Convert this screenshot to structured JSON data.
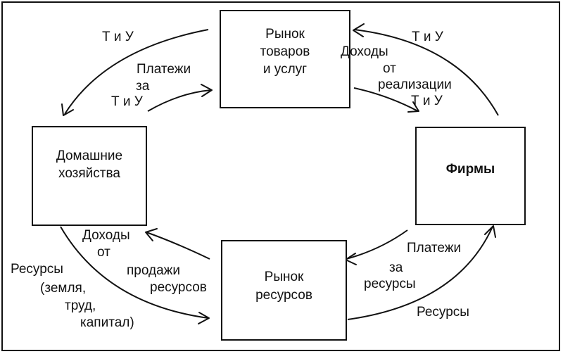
{
  "nodes": {
    "goods_market": {
      "line1": "Рынок",
      "line2": "товаров",
      "line3": "и услуг"
    },
    "households": {
      "line1": "Домашние",
      "line2": "хозяйства"
    },
    "firms": {
      "line1": "Фирмы"
    },
    "resource_market": {
      "line1": "Рынок",
      "line2": "ресурсов"
    }
  },
  "labels": {
    "top_left_goods": "Т и У",
    "payments_for_goods": {
      "line1": "Платежи",
      "line2": "за",
      "line3": "Т и У"
    },
    "top_right_goods": "Т и У",
    "sales_income": {
      "line1": "Доходы",
      "line2": "от",
      "line3": "реализации",
      "line4": "Т и У"
    },
    "income_from_resources": {
      "line1": "Доходы",
      "line2": "от",
      "line3": "продажи",
      "line4": "ресурсов"
    },
    "resources_left": {
      "line1": "Ресурсы",
      "line2": "(земля,",
      "line3": "труд,",
      "line4": "капитал)"
    },
    "payments_for_resources": {
      "line1": "Платежи",
      "line2": "за",
      "line3": "ресурсы"
    },
    "resources_right": "Ресурсы"
  }
}
